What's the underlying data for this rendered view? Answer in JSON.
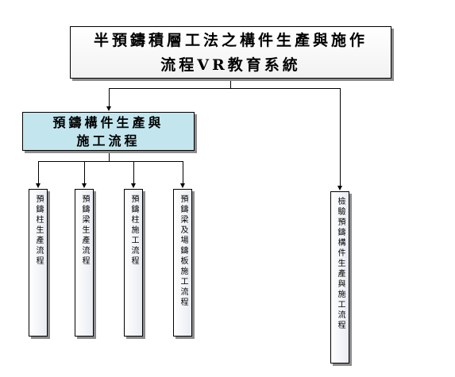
{
  "root": {
    "line1": "半預鑄積層工法之構件生產與施作",
    "line2": "流程VR教育系統"
  },
  "middle": {
    "line1": "預鑄構件生產與",
    "line2": "施工流程"
  },
  "leaves": [
    "預鑄柱生產流程",
    "預鑄梁生產流程",
    "預鑄柱施工流程",
    "預鑄梁及場鑄板施工流程"
  ],
  "inspection": "檢驗預鑄構件生產與施工流程"
}
